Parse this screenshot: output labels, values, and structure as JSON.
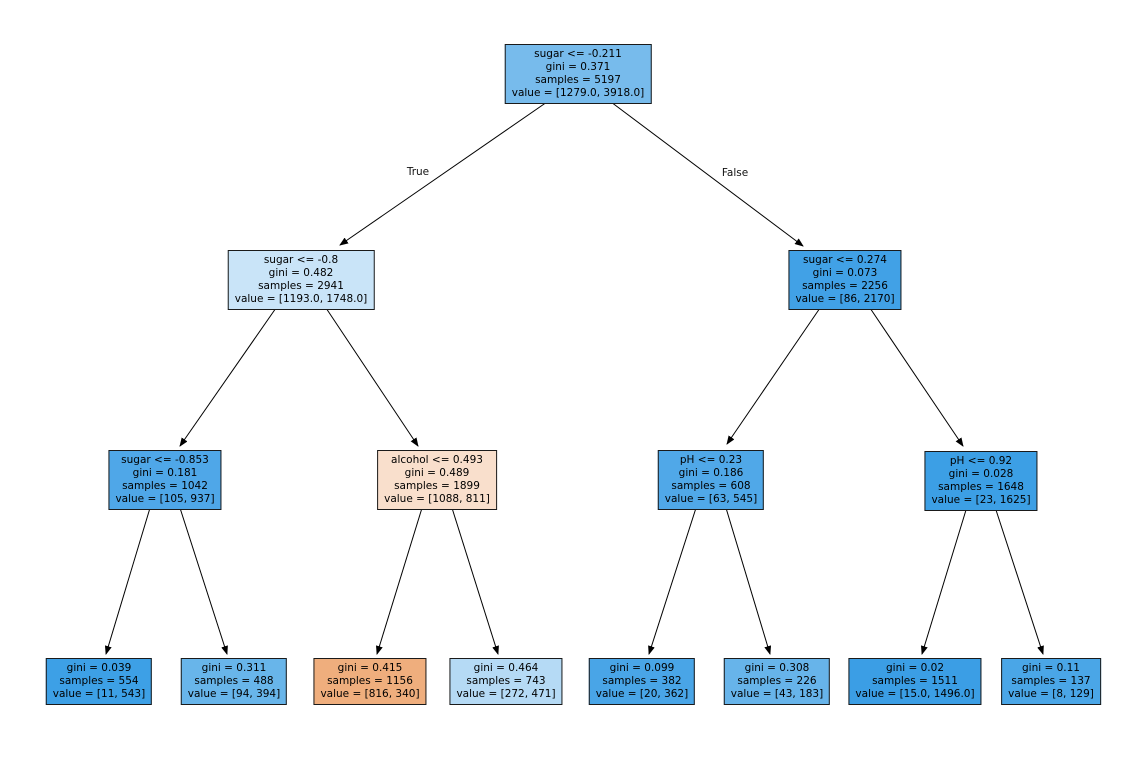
{
  "diagram": {
    "type": "decision-tree",
    "background": "#ffffff",
    "class_colors": {
      "class0": "#e58139",
      "class1": "#399de5"
    }
  },
  "edge_labels": {
    "left": "True",
    "right": "False"
  },
  "tree": {
    "nodes": [
      {
        "condition": "sugar <= -0.211",
        "gini": "gini = 0.371",
        "samples": "samples = 5197",
        "value": "value = [1279.0, 3918.0]",
        "fill": "#77bbec"
      },
      {
        "condition": "sugar <= -0.8",
        "gini": "gini = 0.482",
        "samples": "samples = 2941",
        "value": "value = [1193.0, 1748.0]",
        "fill": "#c9e4f8"
      },
      {
        "condition": "sugar <= 0.274",
        "gini": "gini = 0.073",
        "samples": "samples = 2256",
        "value": "value = [86, 2170]",
        "fill": "#41a1e6"
      },
      {
        "condition": "sugar <= -0.853",
        "gini": "gini = 0.181",
        "samples": "samples = 1042",
        "value": "value = [105, 937]",
        "fill": "#4fa7e8"
      },
      {
        "condition": "alcohol <= 0.493",
        "gini": "gini = 0.489",
        "samples": "samples = 1899",
        "value": "value = [1088, 811]",
        "fill": "#f9dfcc"
      },
      {
        "condition": "pH <= 0.23",
        "gini": "gini = 0.186",
        "samples": "samples = 608",
        "value": "value = [63, 545]",
        "fill": "#50a8e8"
      },
      {
        "condition": "pH <= 0.92",
        "gini": "gini = 0.028",
        "samples": "samples = 1648",
        "value": "value = [23, 1625]",
        "fill": "#3c9fe5"
      },
      {
        "gini": "gini = 0.039",
        "samples": "samples = 554",
        "value": "value = [11, 543]",
        "fill": "#3da0e6"
      },
      {
        "gini": "gini = 0.311",
        "samples": "samples = 488",
        "value": "value = [94, 394]",
        "fill": "#68b5ea"
      },
      {
        "gini": "gini = 0.415",
        "samples": "samples = 1156",
        "value": "value = [816, 340]",
        "fill": "#efae7d"
      },
      {
        "gini": "gini = 0.464",
        "samples": "samples = 743",
        "value": "value = [272, 471]",
        "fill": "#b5daf5"
      },
      {
        "gini": "gini = 0.099",
        "samples": "samples = 382",
        "value": "value = [20, 362]",
        "fill": "#49a5e7"
      },
      {
        "gini": "gini = 0.308",
        "samples": "samples = 226",
        "value": "value = [43, 183]",
        "fill": "#67b4ea"
      },
      {
        "gini": "gini = 0.02",
        "samples": "samples = 1511",
        "value": "value = [15.0, 1496.0]",
        "fill": "#3b9ee5"
      },
      {
        "gini": "gini = 0.11",
        "samples": "samples = 137",
        "value": "value = [8, 129]",
        "fill": "#4aa6e7"
      }
    ]
  }
}
